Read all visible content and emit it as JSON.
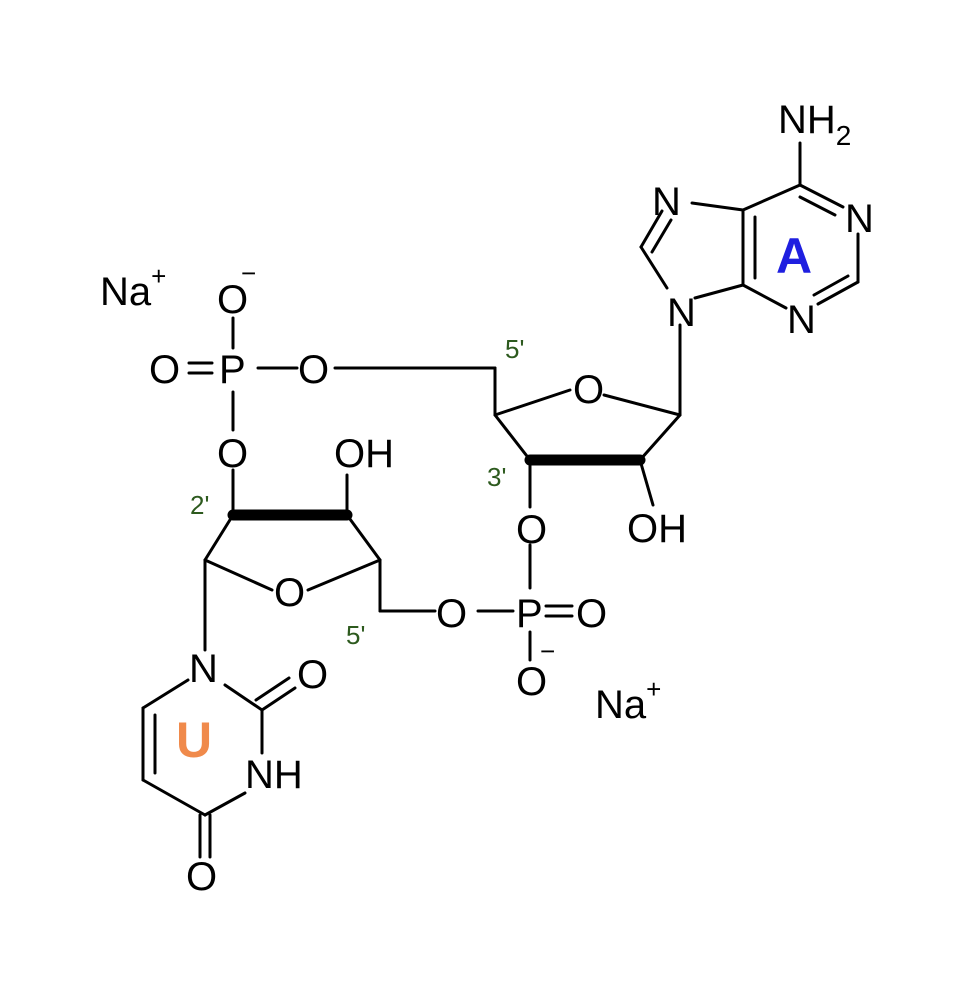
{
  "atoms": {
    "O": "O",
    "N": "N",
    "P": "P",
    "OH": "OH",
    "NH": "NH",
    "NH2_base": "NH",
    "NH2_sub": "2",
    "Na": "Na",
    "plus": "+",
    "minus": "−"
  },
  "positions": {
    "five_prime": "5'",
    "three_prime": "3'",
    "two_prime": "2'"
  },
  "bases": {
    "adenine": "A",
    "uracil": "U"
  },
  "colors": {
    "bond": "#000000",
    "position_label": "#2d5a1e",
    "adenine": "#1f1fe0",
    "uracil": "#f08a4b"
  }
}
